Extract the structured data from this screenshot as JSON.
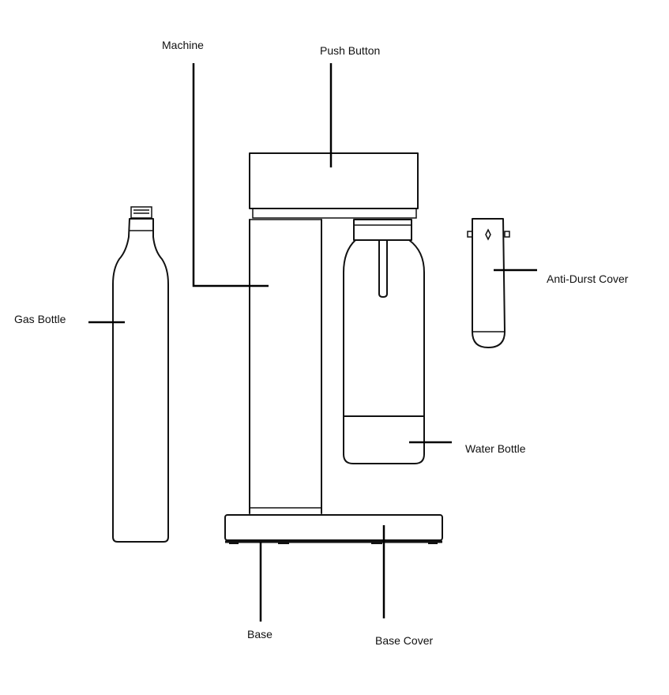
{
  "labels": {
    "machine": "Machine",
    "push_button": "Push Button",
    "gas_bottle": "Gas Bottle",
    "anti_dust_cover": "Anti-Durst Cover",
    "water_bottle": "Water Bottle",
    "base": "Base",
    "base_cover": "Base Cover"
  },
  "colors": {
    "line": "#111111",
    "background": "#ffffff"
  }
}
